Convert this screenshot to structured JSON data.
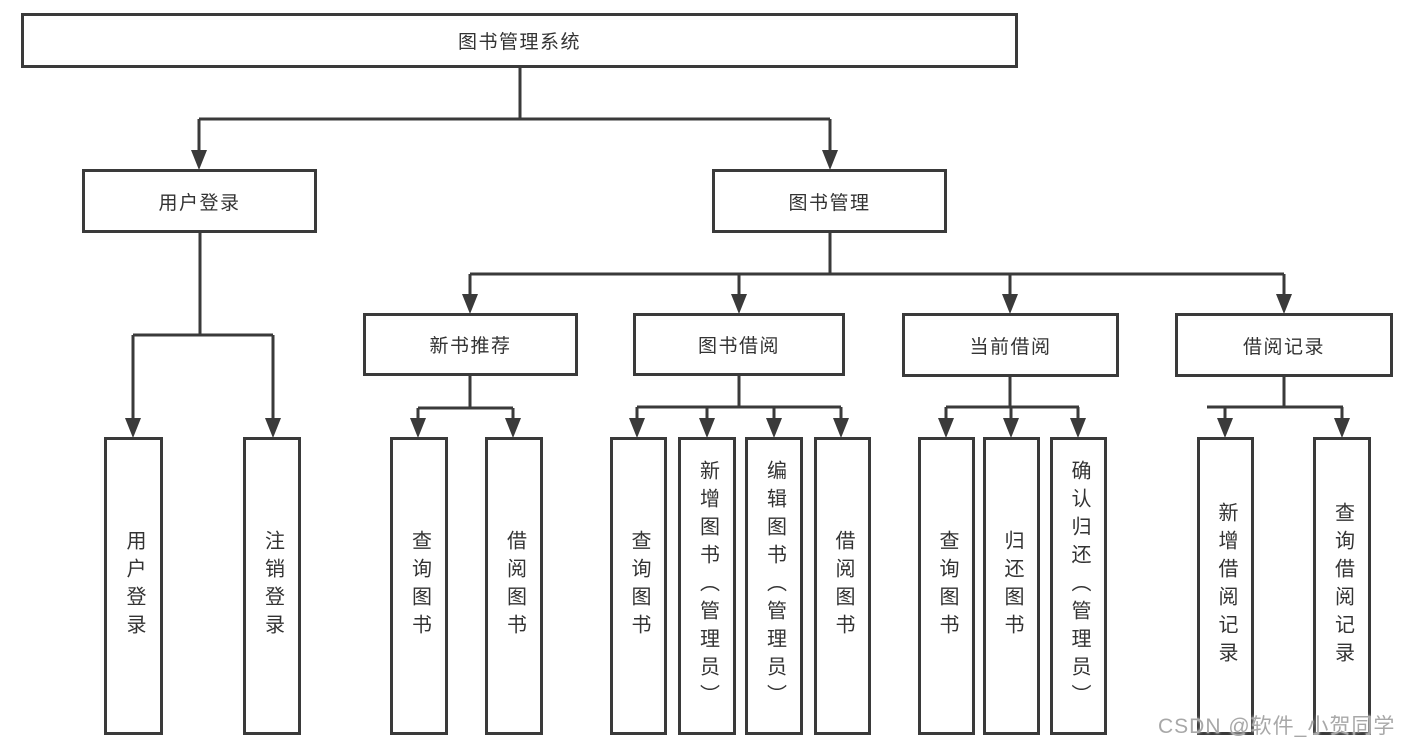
{
  "diagram": {
    "title": "图书管理系统",
    "type": "hierarchy-tree",
    "colors": {
      "line": "#3a3a3a",
      "text": "#333333",
      "background": "#ffffff",
      "watermark": "#a8a8a8"
    },
    "watermark": "CSDN @软件_小贺同学",
    "nodes": {
      "root": {
        "label": "图书管理系统"
      },
      "user_login": {
        "label": "用户登录"
      },
      "book_mgmt": {
        "label": "图书管理"
      },
      "new_book": {
        "label": "新书推荐"
      },
      "book_borrow": {
        "label": "图书借阅"
      },
      "current_borrow": {
        "label": "当前借阅"
      },
      "borrow_record": {
        "label": "借阅记录"
      },
      "leaf_user_login": {
        "label": "用户登录"
      },
      "leaf_logout": {
        "label": "注销登录"
      },
      "leaf_nb_query": {
        "label": "查询图书"
      },
      "leaf_nb_borrow": {
        "label": "借阅图书"
      },
      "leaf_bb_query": {
        "label": "查询图书"
      },
      "leaf_bb_add": {
        "label": "新增图书（管理员）"
      },
      "leaf_bb_edit": {
        "label": "编辑图书（管理员）"
      },
      "leaf_bb_borrow": {
        "label": "借阅图书"
      },
      "leaf_cb_query": {
        "label": "查询图书"
      },
      "leaf_cb_return": {
        "label": "归还图书"
      },
      "leaf_cb_confirm": {
        "label": "确认归还（管理员）"
      },
      "leaf_br_add": {
        "label": "新增借阅记录"
      },
      "leaf_br_query": {
        "label": "查询借阅记录"
      }
    },
    "edges": [
      [
        "root",
        "user_login"
      ],
      [
        "root",
        "book_mgmt"
      ],
      [
        "user_login",
        "leaf_user_login"
      ],
      [
        "user_login",
        "leaf_logout"
      ],
      [
        "book_mgmt",
        "new_book"
      ],
      [
        "book_mgmt",
        "book_borrow"
      ],
      [
        "book_mgmt",
        "current_borrow"
      ],
      [
        "book_mgmt",
        "borrow_record"
      ],
      [
        "new_book",
        "leaf_nb_query"
      ],
      [
        "new_book",
        "leaf_nb_borrow"
      ],
      [
        "book_borrow",
        "leaf_bb_query"
      ],
      [
        "book_borrow",
        "leaf_bb_add"
      ],
      [
        "book_borrow",
        "leaf_bb_edit"
      ],
      [
        "book_borrow",
        "leaf_bb_borrow"
      ],
      [
        "current_borrow",
        "leaf_cb_query"
      ],
      [
        "current_borrow",
        "leaf_cb_return"
      ],
      [
        "current_borrow",
        "leaf_cb_confirm"
      ],
      [
        "borrow_record",
        "leaf_br_add"
      ],
      [
        "borrow_record",
        "leaf_br_query"
      ]
    ]
  }
}
